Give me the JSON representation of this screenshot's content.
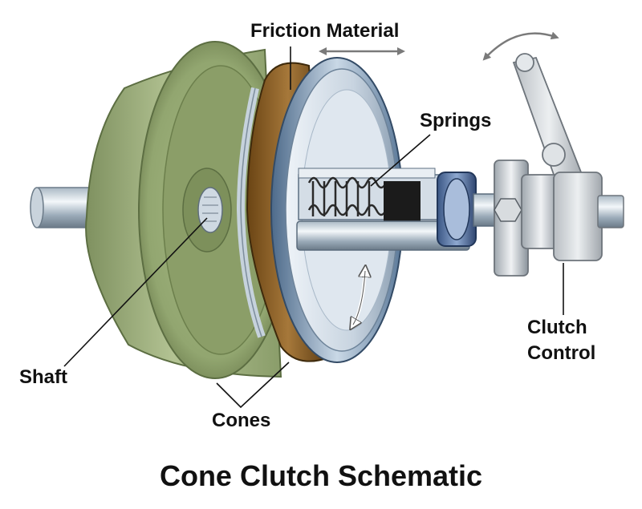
{
  "labels": {
    "friction_material": "Friction Material",
    "springs": "Springs",
    "shaft": "Shaft",
    "cones": "Cones",
    "clutch_control_line1": "Clutch",
    "clutch_control_line2": "Control"
  },
  "title": "Cone Clutch Schematic",
  "colors": {
    "outer_cone": "#8fa36c",
    "friction_material": "#8a5e22",
    "metal": "#c8d4e0",
    "bearing": "#4f6fa0",
    "label_text": "#111111"
  }
}
